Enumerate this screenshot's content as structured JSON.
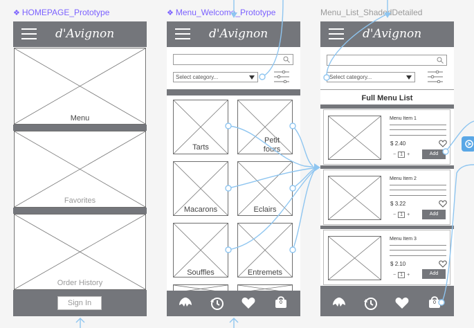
{
  "frames": [
    {
      "name": "HOMEPAGE_Prototype",
      "is_component": true,
      "component_glyph": "❖"
    },
    {
      "name": "Menu_Welcome_Prototype",
      "is_component": true,
      "component_glyph": "❖"
    },
    {
      "name": "Menu_List_ShadedDetailed",
      "is_component": false
    }
  ],
  "brand": {
    "logo": "d'Avignon"
  },
  "home": {
    "tiles": [
      "Menu",
      "Favorites",
      "Order History"
    ],
    "signin_label": "Sign In"
  },
  "welcome": {
    "select_placeholder": "Select category...",
    "categories": [
      "Tarts",
      "Petit fours",
      "Macarons",
      "Eclairs",
      "Souffles",
      "Entremets"
    ]
  },
  "list": {
    "select_placeholder": "Select category...",
    "title": "Full Menu List",
    "items": [
      {
        "name": "Menu Item 1",
        "currency": "$",
        "price": "2.40",
        "qty": "1",
        "minus": "−",
        "plus": "+",
        "add_label": "Add"
      },
      {
        "name": "Menu Item 2",
        "currency": "$",
        "price": "3.22",
        "qty": "1",
        "minus": "−",
        "plus": "+",
        "add_label": "Add"
      },
      {
        "name": "Menu Item 3",
        "currency": "$",
        "price": "2.10",
        "qty": "1",
        "minus": "−",
        "plus": "+",
        "add_label": "Add"
      }
    ]
  },
  "tabbar": {
    "icons": [
      "croissant-icon",
      "history-icon",
      "heart-icon",
      "bag-icon"
    ],
    "bag_count": "0"
  },
  "colors": {
    "bar": "#74767b",
    "prototype_link": "#8ec5f0",
    "component_label": "#7b61ff"
  }
}
